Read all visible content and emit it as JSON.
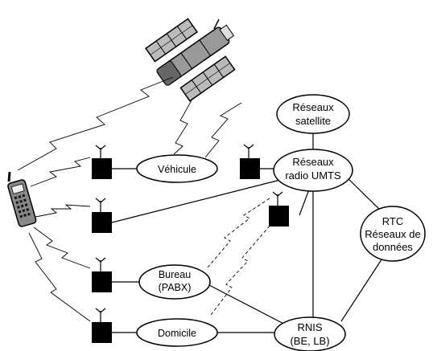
{
  "diagram": {
    "nodes": {
      "reseaux_satellite": [
        "Réseaux",
        "satellite"
      ],
      "reseaux_radio": [
        "Réseaux",
        "radio UMTS"
      ],
      "rtc": [
        "RTC",
        "Réseaux de",
        "données"
      ],
      "rnis": [
        "RNIS",
        "(BE, LB)"
      ],
      "vehicule": [
        "Véhicule"
      ],
      "bureau": [
        "Bureau",
        "(PABX)"
      ],
      "domicile": [
        "Domicile"
      ]
    },
    "icons": [
      "satellite-icon",
      "mobile-phone-icon",
      "base-station-icon"
    ]
  }
}
